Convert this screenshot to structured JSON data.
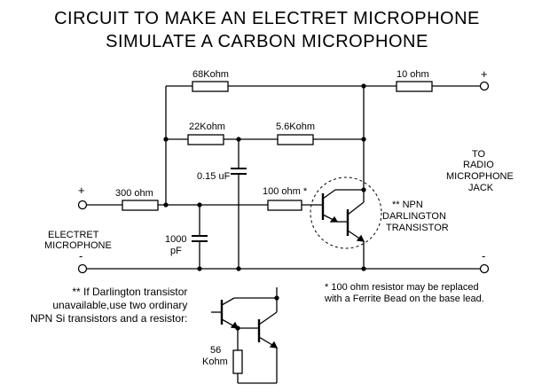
{
  "title": {
    "line1": "CIRCUIT TO MAKE AN ELECTRET MICROPHONE",
    "line2": "SIMULATE A CARBON MICROPHONE"
  },
  "components": {
    "r_top": "68Kohm",
    "r_10": "10 ohm",
    "r_22k": "22Kohm",
    "r_5k6": "5.6Kohm",
    "c_015": "0.15 uF",
    "r_300": "300 ohm",
    "r_100": "100 ohm *",
    "c_1000_a": "1000",
    "c_1000_b": "pF",
    "r_56_a": "56",
    "r_56_b": "Kohm"
  },
  "terminals": {
    "left_plus": "+",
    "left_minus": "-",
    "right_plus": "+",
    "right_minus": "-"
  },
  "labels": {
    "electret_1": "ELECTRET",
    "electret_2": "MICROPHONE",
    "jack_1": "TO",
    "jack_2": "RADIO",
    "jack_3": "MICROPHONE",
    "jack_4": "JACK",
    "npn_1": "** NPN",
    "npn_2": "DARLINGTON",
    "npn_3": "TRANSISTOR"
  },
  "notes": {
    "left": "** If Darlington transistor\nunavailable,use two ordinary\nNPN Si transistors and a resistor:",
    "right": "* 100 ohm resistor may be replaced\nwith a Ferrite Bead on the base lead."
  }
}
